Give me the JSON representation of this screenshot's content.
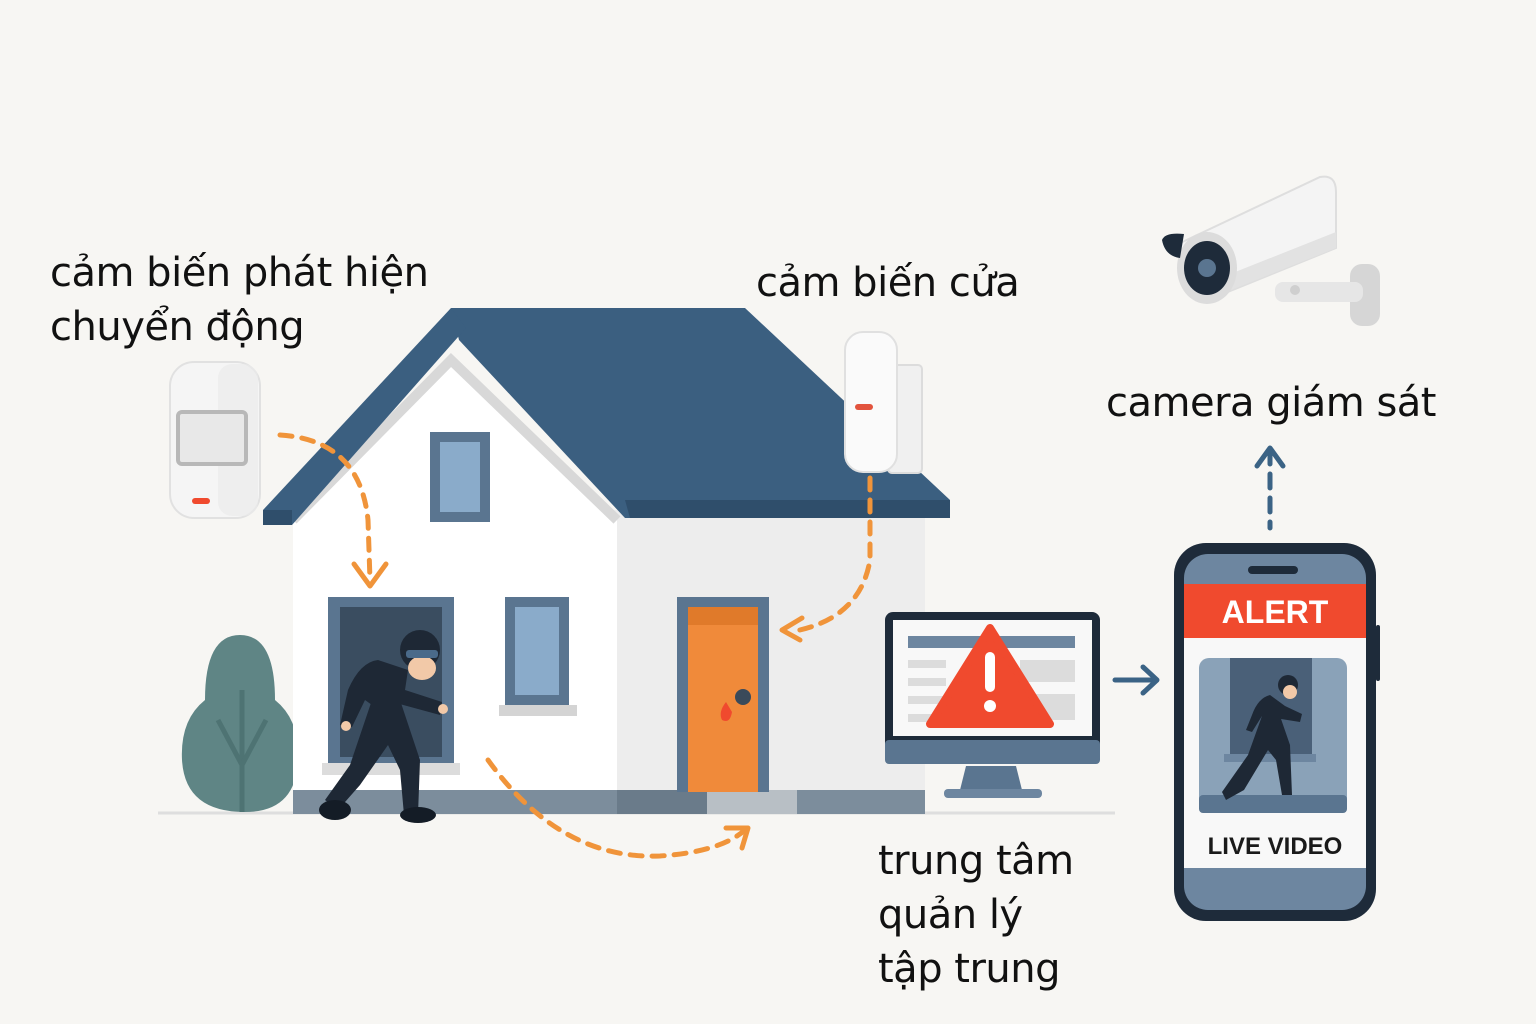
{
  "labels": {
    "motion_sensor": [
      "cảm biến phát hiện",
      "chuyển động"
    ],
    "door_sensor": "cảm biến cửa",
    "camera": "camera giám sát",
    "hub": [
      "trung tâm",
      "quản lý",
      "tập trung"
    ]
  },
  "phone": {
    "alert_label": "ALERT",
    "video_label": "LIVE VIDEO"
  },
  "icons": {
    "motion_sensor": "pir-motion-sensor-icon",
    "door_sensor": "door-contact-sensor-icon",
    "camera": "cctv-camera-icon",
    "hub": "monitor-warning-icon",
    "phone": "smartphone-icon",
    "warning": "warning-triangle-icon",
    "intruder": "burglar-icon"
  },
  "colors": {
    "background": "#f7f6f3",
    "roof": "#3b5f80",
    "roof_dark": "#2f4e6b",
    "wall": "#ffffff",
    "wall_shade": "#ededed",
    "window_frame": "#5a7590",
    "window_glass": "#8aabca",
    "door": "#f08a3a",
    "flow_arrow": "#f0943a",
    "data_arrow": "#3b6385",
    "alert_red": "#f04a2e",
    "phone_body": "#1e2b3a",
    "tree": "#5f8585",
    "text": "#111111"
  }
}
